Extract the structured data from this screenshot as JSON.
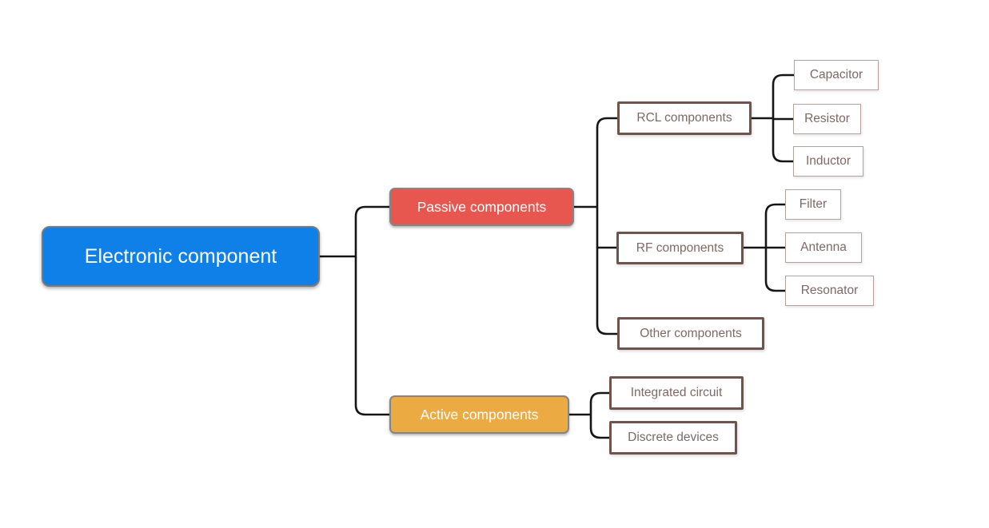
{
  "palette": {
    "root_fill": "#0f80e8",
    "root_border": "#7a7a7a",
    "passive_fill": "#e7574f",
    "active_fill": "#ecaa43",
    "branch_border": "#858585",
    "sub_border": "#6e544d",
    "leaf_border": "#b5a29c",
    "sub_text": "#7d6a64",
    "node_text_light": "#ffffff",
    "connector": "#151515"
  },
  "tree": {
    "label": "Electronic component",
    "children": [
      {
        "label": "Passive components",
        "children": [
          {
            "label": "RCL components",
            "children": [
              {
                "label": "Capacitor"
              },
              {
                "label": "Resistor"
              },
              {
                "label": "Inductor"
              }
            ]
          },
          {
            "label": "RF components",
            "children": [
              {
                "label": "Filter"
              },
              {
                "label": "Antenna"
              },
              {
                "label": "Resonator"
              }
            ]
          },
          {
            "label": "Other components",
            "children": []
          }
        ]
      },
      {
        "label": "Active components",
        "children": [
          {
            "label": "Integrated circuit"
          },
          {
            "label": "Discrete devices"
          }
        ]
      }
    ]
  }
}
